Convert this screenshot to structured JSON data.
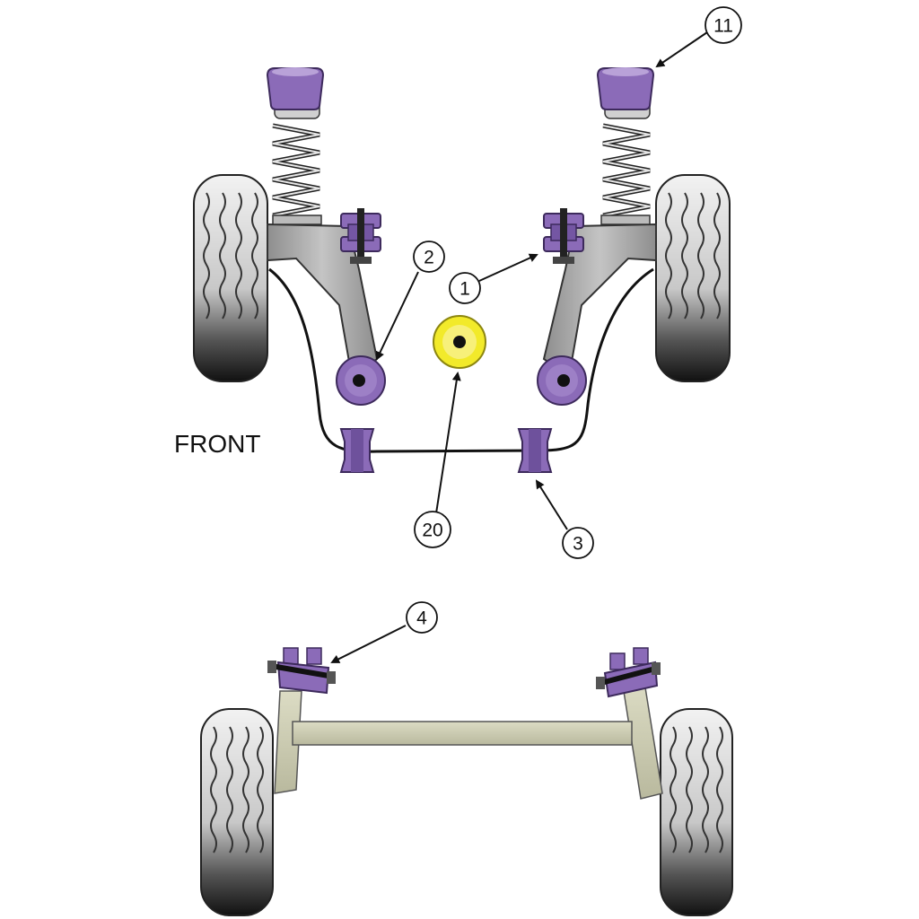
{
  "diagram": {
    "front_label": "FRONT",
    "callouts": {
      "c11": "11",
      "c2": "2",
      "c1": "1",
      "c20": "20",
      "c3": "3",
      "c4": "4"
    },
    "colors": {
      "bushing_purple": "#8b6bb8",
      "bushing_purple_dark": "#5b3f86",
      "bushing_yellow": "#f2ea2a",
      "arm_grey": "#a8a8a8",
      "beam_beige": "#cfcfb6",
      "tire_dark": "#1a1a1a",
      "tire_light": "#e4e4e4"
    }
  }
}
